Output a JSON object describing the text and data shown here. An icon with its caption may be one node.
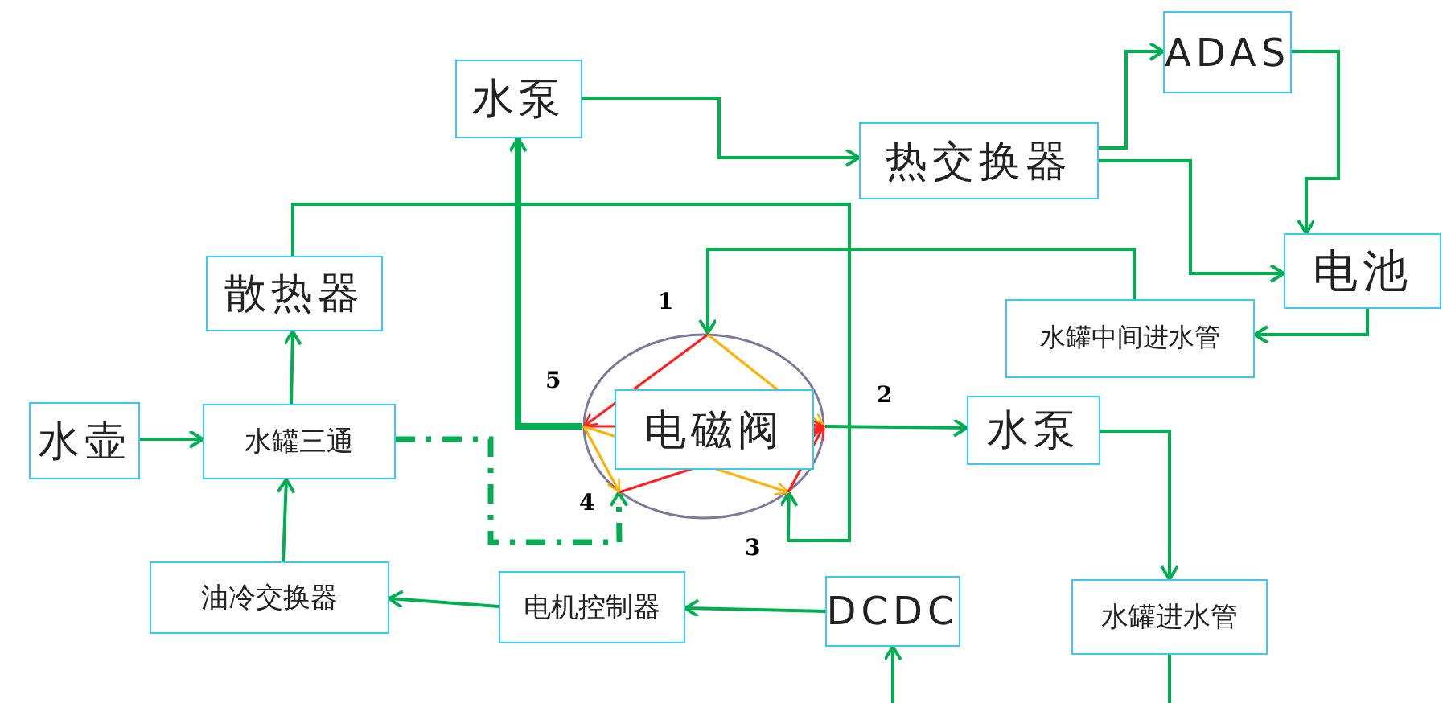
{
  "diagram": {
    "nodes": [
      {
        "text": [
          "水泵"
        ]
      },
      {
        "text": [
          "热交换器"
        ]
      },
      {
        "text": [
          "ADAS"
        ]
      },
      {
        "text": [
          "电池"
        ]
      },
      {
        "text": [
          "散热器"
        ]
      },
      {
        "text": [
          "水罐中间进水管"
        ]
      },
      {
        "text": [
          "水壶"
        ]
      },
      {
        "text": [
          "水罐三通"
        ]
      },
      {
        "text": [
          "电磁阀"
        ]
      },
      {
        "text": [
          "水泵"
        ]
      },
      {
        "text": [
          "油冷交换器"
        ]
      },
      {
        "text": [
          "电机控制器"
        ]
      },
      {
        "text": [
          "DCDC"
        ]
      },
      {
        "text": [
          "水罐进水管"
        ]
      }
    ],
    "edges": [
      {
        "from": 0,
        "to": 1,
        "arrow": "to"
      },
      {
        "from": 1,
        "to": 2,
        "arrow": "to"
      },
      {
        "from": 1,
        "to": 3,
        "arrow": "to"
      },
      {
        "from": 2,
        "to": 3,
        "arrow": "to"
      },
      {
        "from": 3,
        "to": 5,
        "arrow": "to"
      },
      {
        "from": 5,
        "to": 8,
        "arrow": "to"
      },
      {
        "from": 8,
        "to": 9,
        "arrow": "to"
      },
      {
        "from": 9,
        "to": 13,
        "arrow": "to"
      },
      {
        "from": 13,
        "to": null,
        "arrow": "none"
      },
      {
        "from": null,
        "to": 12,
        "arrow": "to"
      },
      {
        "from": 12,
        "to": 11,
        "arrow": "to"
      },
      {
        "from": 11,
        "to": 10,
        "arrow": "to"
      },
      {
        "from": 10,
        "to": 7,
        "arrow": "to"
      },
      {
        "from": 6,
        "to": 7,
        "arrow": "to"
      },
      {
        "from": 7,
        "to": 4,
        "arrow": "to"
      },
      {
        "from": 4,
        "to": 8,
        "arrow": "to"
      },
      {
        "from": 8,
        "to": 0,
        "arrow": "to",
        "style": "thick"
      },
      {
        "from": 7,
        "to": 8,
        "arrow": "to",
        "style": "dashed"
      }
    ],
    "labels": [
      "1",
      "5",
      "2",
      "4",
      "3"
    ]
  }
}
